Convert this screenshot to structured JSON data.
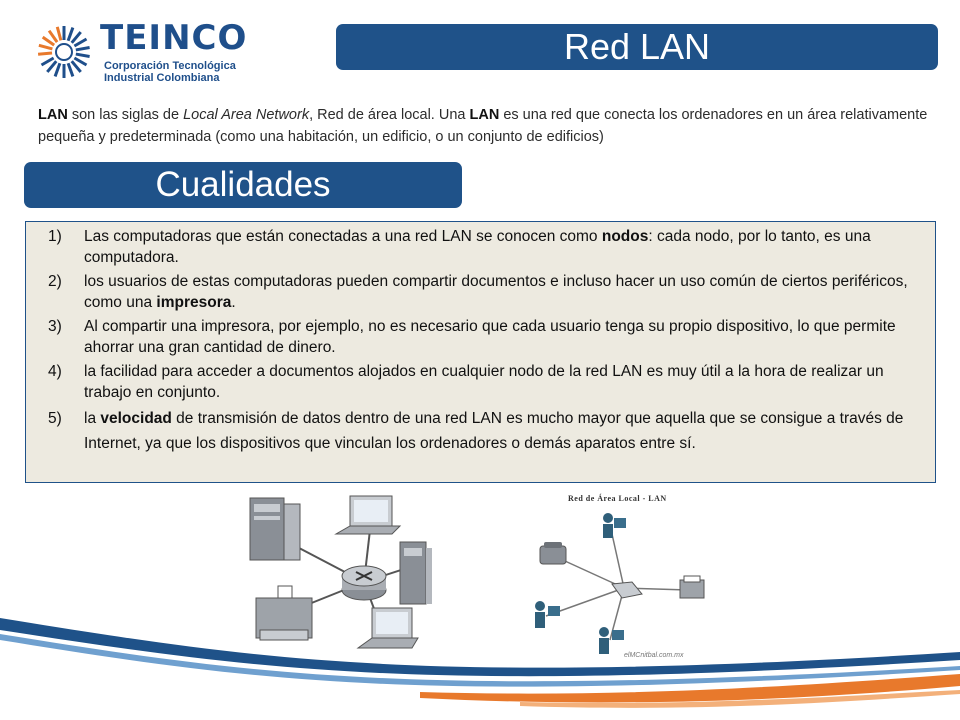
{
  "header": {
    "logo_title": "TEINCO",
    "logo_subtitle_line1": "Corporación Tecnológica",
    "logo_subtitle_line2": "Industrial Colombiana",
    "slide_title": "Red LAN"
  },
  "intro": {
    "term": "LAN",
    "part1": " son las siglas de ",
    "term_full": "Local Area Network",
    "part2": ", Red de área local. Una ",
    "term2": "LAN",
    "part3": " es una red que conecta los ordenadores en un área relativamente pequeña y predeterminada (como una habitación, un edificio, o un conjunto de edificios)"
  },
  "section": {
    "title": "Cualidades"
  },
  "qualities": [
    {
      "num": "1)",
      "pre": "Las computadoras que están conectadas a una red LAN se conocen como ",
      "bold": "nodos",
      "post": ": cada nodo, por lo tanto, es una computadora."
    },
    {
      "num": "2)",
      "pre": "los usuarios de estas computadoras pueden compartir documentos e incluso hacer un uso común de ciertos periféricos, como una ",
      "bold": "impresora",
      "post": "."
    },
    {
      "num": "3)",
      "pre": "Al compartir una impresora, por ejemplo, no es necesario que cada usuario tenga su propio dispositivo, lo que permite ahorrar una gran cantidad de dinero.",
      "bold": "",
      "post": ""
    },
    {
      "num": "4)",
      "pre": "la facilidad para acceder a documentos alojados en cualquier nodo de la red LAN es muy útil a la hora de realizar un trabajo en conjunto.",
      "bold": "",
      "post": ""
    },
    {
      "num": "5)",
      "pre": "la ",
      "bold": "velocidad",
      "post": " de transmisión de datos dentro de una red LAN es mucho mayor que aquella que se consigue a través de Internet, ya que los dispositivos que vinculan los ordenadores o demás aparatos entre sí."
    }
  ],
  "diagram": {
    "title": "Red de Área Local - LAN",
    "watermark": "elMCnitbal.com.mx"
  },
  "colors": {
    "brand_blue": "#1f5289",
    "box_bg": "#edeae0",
    "swoosh_orange": "#e8792c"
  }
}
